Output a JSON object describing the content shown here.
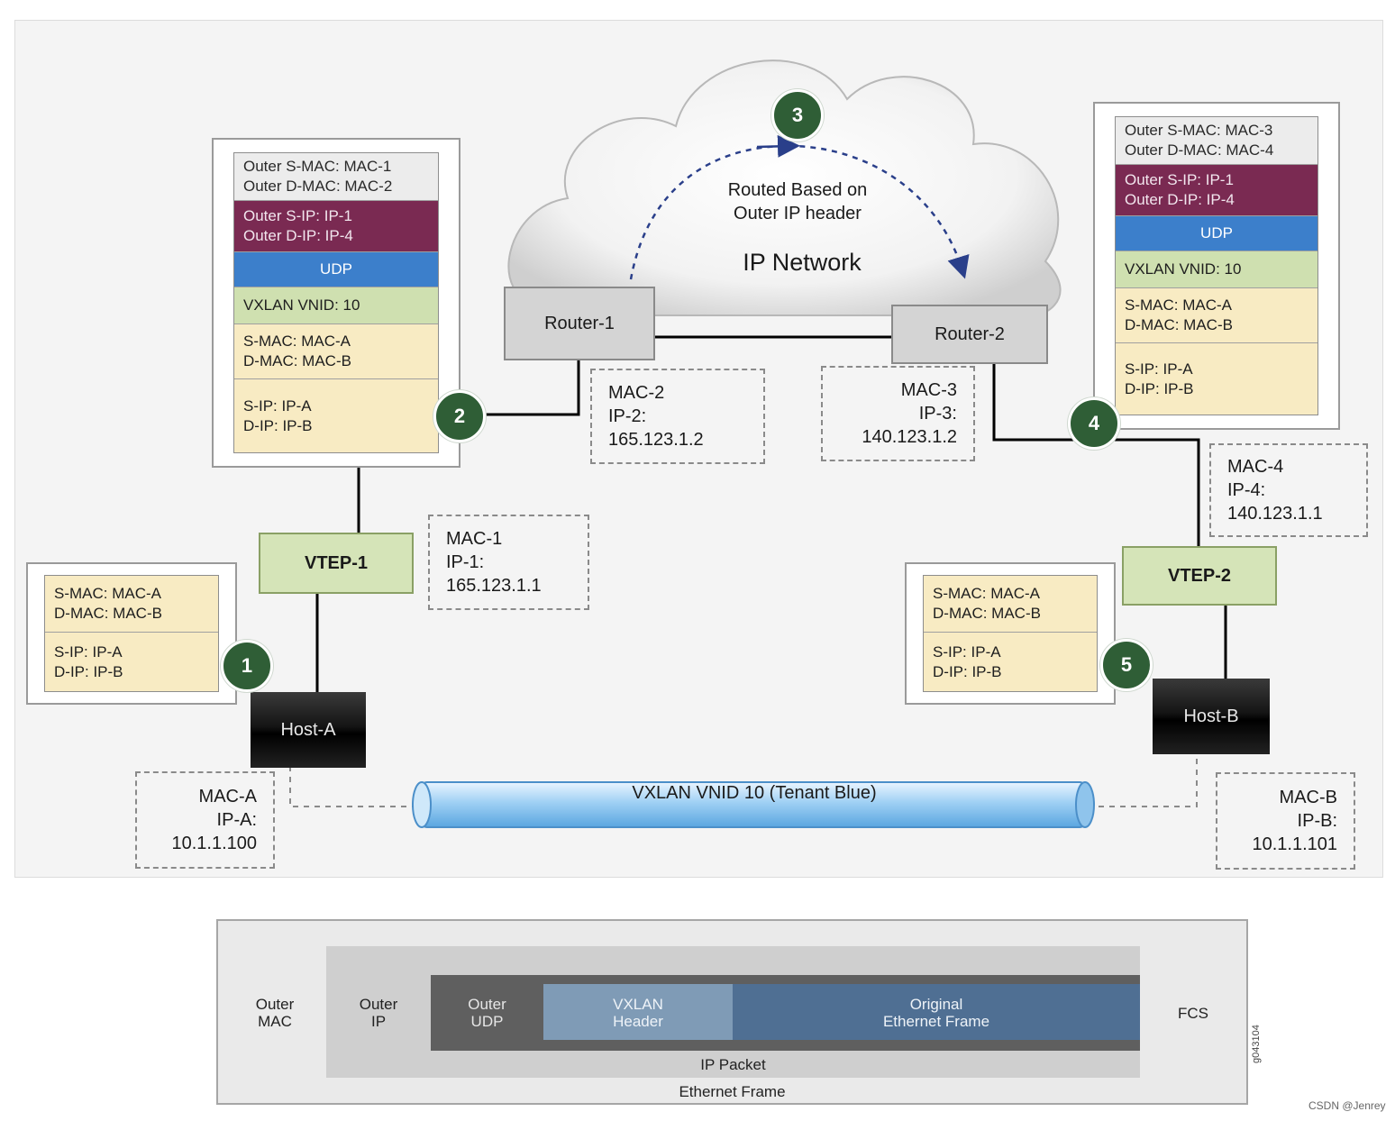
{
  "frame_left": {
    "outer_mac": [
      "Outer S-MAC: MAC-1",
      "Outer D-MAC: MAC-2"
    ],
    "outer_ip": [
      "Outer S-IP: IP-1",
      "Outer D-IP: IP-4"
    ],
    "udp": "UDP",
    "vxlan": "VXLAN VNID: 10",
    "inner_mac": [
      "S-MAC: MAC-A",
      "D-MAC: MAC-B"
    ],
    "inner_ip": [
      "S-IP: IP-A",
      "D-IP: IP-B"
    ]
  },
  "frame_right": {
    "outer_mac": [
      "Outer S-MAC: MAC-3",
      "Outer D-MAC: MAC-4"
    ],
    "outer_ip": [
      "Outer S-IP: IP-1",
      "Outer D-IP: IP-4"
    ],
    "udp": "UDP",
    "vxlan": "VXLAN VNID: 10",
    "inner_mac": [
      "S-MAC: MAC-A",
      "D-MAC: MAC-B"
    ],
    "inner_ip": [
      "S-IP: IP-A",
      "D-IP: IP-B"
    ]
  },
  "frame_host_a": {
    "inner_mac": [
      "S-MAC: MAC-A",
      "D-MAC: MAC-B"
    ],
    "inner_ip": [
      "S-IP: IP-A",
      "D-IP: IP-B"
    ]
  },
  "frame_host_b": {
    "inner_mac": [
      "S-MAC: MAC-A",
      "D-MAC: MAC-B"
    ],
    "inner_ip": [
      "S-IP: IP-A",
      "D-IP: IP-B"
    ]
  },
  "nodes": {
    "router1": "Router-1",
    "router2": "Router-2",
    "vtep1": "VTEP-1",
    "vtep2": "VTEP-2",
    "host_a": "Host-A",
    "host_b": "Host-B"
  },
  "cloud": {
    "routed_1": "Routed Based on",
    "routed_2": "Outer IP header",
    "title": "IP Network"
  },
  "steps": [
    "1",
    "2",
    "3",
    "4",
    "5"
  ],
  "addresses": {
    "router1": [
      "MAC-2",
      "IP-2:",
      "165.123.1.2"
    ],
    "router2": [
      "MAC-3",
      "IP-3:",
      "140.123.1.2"
    ],
    "vtep1": [
      "MAC-1",
      "IP-1:",
      "165.123.1.1"
    ],
    "vtep2": [
      "MAC-4",
      "IP-4:",
      "140.123.1.1"
    ],
    "host_a": [
      "MAC-A",
      "IP-A:",
      "10.1.1.100"
    ],
    "host_b": [
      "MAC-B",
      "IP-B:",
      "10.1.1.101"
    ]
  },
  "tunnel": "VXLAN VNID 10 (Tenant Blue)",
  "encapsulation": {
    "outer_mac": [
      "Outer",
      "MAC"
    ],
    "outer_ip": [
      "Outer",
      "IP"
    ],
    "outer_udp": [
      "Outer",
      "UDP"
    ],
    "vxlan_header": [
      "VXLAN",
      "Header"
    ],
    "original_frame": [
      "Original",
      "Ethernet Frame"
    ],
    "fcs": "FCS",
    "ip_packet": "IP Packet",
    "ethernet_frame": "Ethernet Frame"
  },
  "figure_id": "g043104",
  "watermark": "CSDN @Jenrey"
}
